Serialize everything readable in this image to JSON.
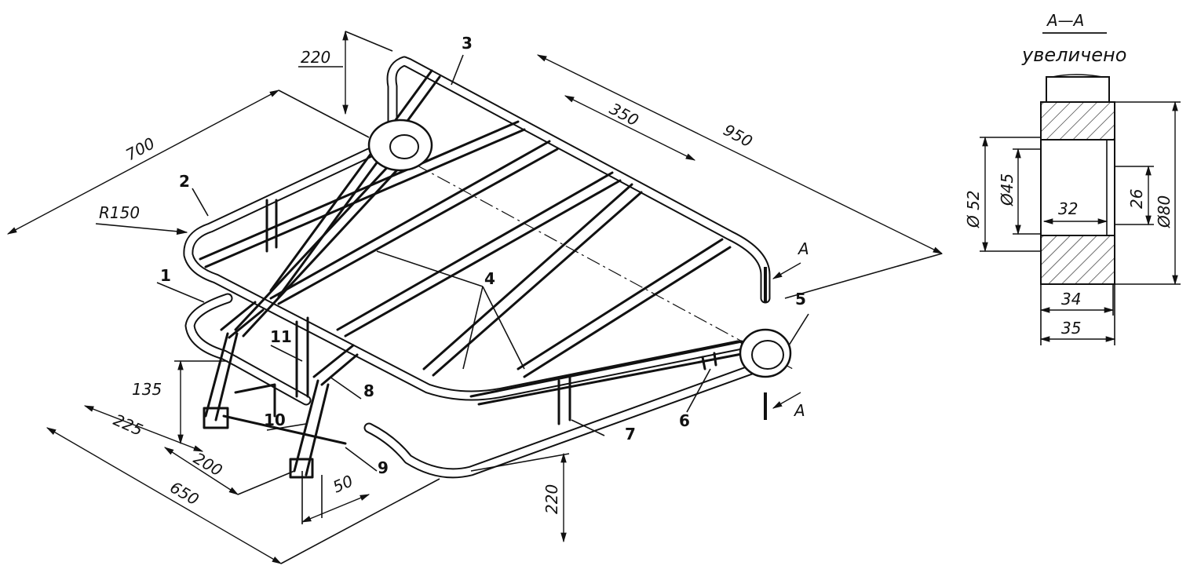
{
  "section": {
    "title": "A—A",
    "subtitle": "увеличено",
    "dims": {
      "d52": "Ø 52",
      "d45": "Ø45",
      "w32": "32",
      "h26": "26",
      "d80": "Ø80",
      "w34": "34",
      "w35": "35"
    }
  },
  "dimensions": {
    "d220_top": "220",
    "d700": "700",
    "d350": "350",
    "d950": "950",
    "r150": "R150",
    "d135": "135",
    "d225": "225",
    "d200": "200",
    "d650": "650",
    "d50": "50",
    "d220_bottom": "220"
  },
  "section_marks": {
    "top": "A",
    "bottom": "A"
  },
  "callouts": {
    "p1": "1",
    "p2": "2",
    "p3": "3",
    "p4": "4",
    "p5": "5",
    "p6": "6",
    "p7": "7",
    "p8": "8",
    "p9": "9",
    "p10": "10",
    "p11": "11"
  }
}
